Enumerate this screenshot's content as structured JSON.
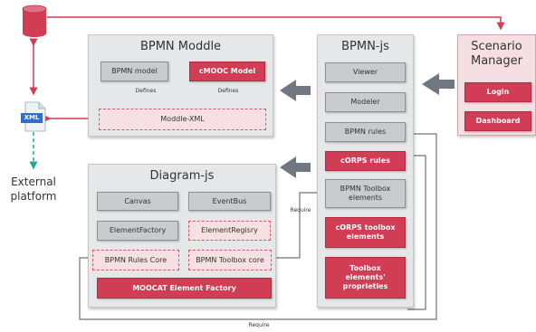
{
  "moddle": {
    "title": "BPMN Moddle",
    "bpmn_model": "BPMN model",
    "cmooc_model": "cMOOC Model",
    "defines_1": "Defines",
    "defines_2": "Defines",
    "moddle_xml": "Moddle-XML"
  },
  "diagram": {
    "title": "Diagram-js",
    "canvas": "Canvas",
    "eventbus": "EventBus",
    "element_factory": "ElementFactory",
    "element_registry": "ElementRegisry",
    "rules_core": "BPMN Rules Core",
    "toolbox_core": "BPMN Toolbox core",
    "moocat_factory": "MOOCAT Element Factory"
  },
  "bpmnjs": {
    "title": "BPMN-js",
    "viewer": "Viewer",
    "modeler": "Modeler",
    "bpmn_rules": "BPMN rules",
    "corps_rules": "cORPS rules",
    "bpmn_toolbox": "BPMN Toolbox elements",
    "corps_toolbox": "cORPS toolbox elements",
    "toolbox_props": "Toolbox elements' proprieties"
  },
  "scenario": {
    "title_line1": "Scenario",
    "title_line2": "Manager",
    "login": "Login",
    "dashboard": "Dashboard"
  },
  "xml_icon_label": "XML",
  "external_line1": "External",
  "external_line2": "platform",
  "require_1": "Require",
  "require_2": "Require",
  "colors": {
    "accent_red": "#d03d55",
    "panel_grey": "#e6e7e9",
    "box_grey": "#c9cbce",
    "arrow_grey": "#707780",
    "teal": "#2aa49a"
  }
}
